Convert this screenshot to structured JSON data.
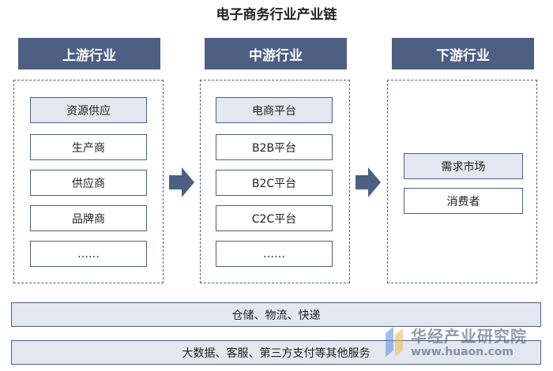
{
  "title": "电子商务行业产业链",
  "upstream": {
    "header": "上游行业",
    "items": [
      "资源供应",
      "生产商",
      "供应商",
      "品牌商",
      "……"
    ]
  },
  "midstream": {
    "header": "中游行业",
    "items": [
      "电商平台",
      "B2B平台",
      "B2C平台",
      "C2C平台",
      "……"
    ]
  },
  "downstream": {
    "header": "下游行业",
    "items": [
      "需求市场",
      "消费者"
    ]
  },
  "bars": [
    "仓储、物流、快递",
    "大数据、客服、第三方支付等其他服务"
  ],
  "watermark": {
    "name": "华经产业研究院",
    "url": "www.huaon.com"
  },
  "colors": {
    "header_bg": "#4d5f83",
    "accent_fill": "#e3e7ef",
    "arrow": "#4d5f83"
  }
}
